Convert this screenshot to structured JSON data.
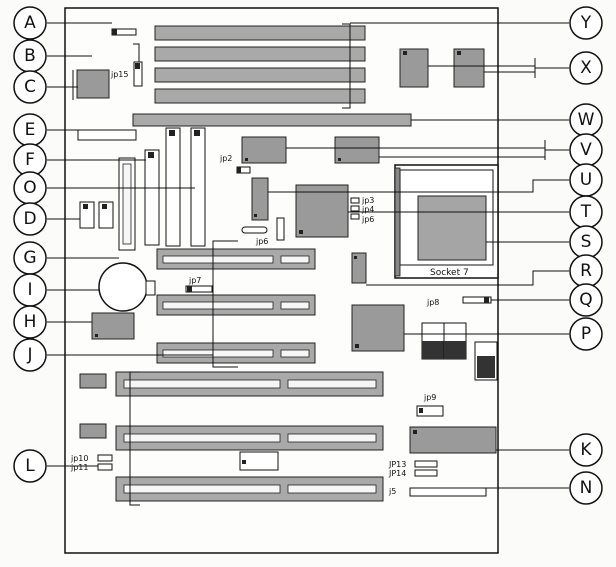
{
  "callouts": {
    "left": [
      "A",
      "B",
      "C",
      "E",
      "F",
      "O",
      "D",
      "G",
      "I",
      "H",
      "J",
      "L"
    ],
    "right": [
      "Y",
      "X",
      "W",
      "V",
      "U",
      "T",
      "S",
      "R",
      "Q",
      "P",
      "K",
      "N"
    ]
  },
  "board_labels": {
    "jp15": "jp15",
    "jp2": "jp2",
    "jp3": "jp3",
    "jp4": "jp4",
    "jp6a": "jp6",
    "jp6b": "jp6",
    "jp7": "jp7",
    "jp8": "jp8",
    "jp9": "jp9",
    "jp10": "jp10",
    "jp11": "jp11",
    "jp13": "JP13",
    "jp14": "JP14",
    "j5": "j5",
    "socket": "Socket 7"
  }
}
